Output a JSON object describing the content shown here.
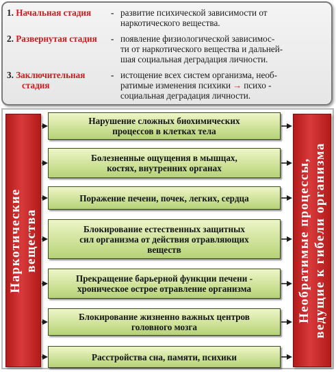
{
  "stages": [
    {
      "number": "1.",
      "name_lines": [
        "Начальная стадия"
      ],
      "dash": "-",
      "desc_lines": [
        "развитие психической зависимости от",
        "наркотического вещества."
      ]
    },
    {
      "number": "2.",
      "name_lines": [
        "Развернутая стадия"
      ],
      "dash": "-",
      "desc_lines": [
        "появление физиологической зависимос-",
        "ти от наркотического вещества и дальней-",
        "шая социальная деградация  личности."
      ]
    },
    {
      "number": "3.",
      "name_lines": [
        "Заключительная",
        "стадия"
      ],
      "dash": "-",
      "desc_lines": [
        "истощение всех систем организма, необ-",
        "ратимые изменения психики",
        "социальная деградация  личности."
      ],
      "desc_tail": "психо -"
    }
  ],
  "left_bar_lines": [
    "Наркотические",
    "вещества"
  ],
  "right_bar_lines": [
    "Необратимые процессы,",
    "ведущие к гибели организма"
  ],
  "effects": [
    {
      "lines": [
        "Нарушение сложных биохимических",
        "процессов в клетках тела"
      ]
    },
    {
      "lines": [
        "Болезненные ощущения в мышцах,",
        "костях, внутренних органах"
      ]
    },
    {
      "lines": [
        "Поражение печени, почек, легких, сердца"
      ]
    },
    {
      "lines": [
        "Блокирование естественных защитных",
        "сил организма от действия отравляющих",
        "веществ"
      ]
    },
    {
      "lines": [
        "Прекращение барьерной функции печени -",
        "хроническое острое отравление организма"
      ]
    },
    {
      "lines": [
        "Блокирование жизненно важных центров",
        "головного мозга"
      ]
    },
    {
      "lines": [
        "Расстройства сна, памяти, психики"
      ]
    }
  ],
  "colors": {
    "stage_name": "#c41e1e",
    "bar_red": "#c62828",
    "box_green": "#cfe39a",
    "arrow": "#1a1a1a"
  }
}
